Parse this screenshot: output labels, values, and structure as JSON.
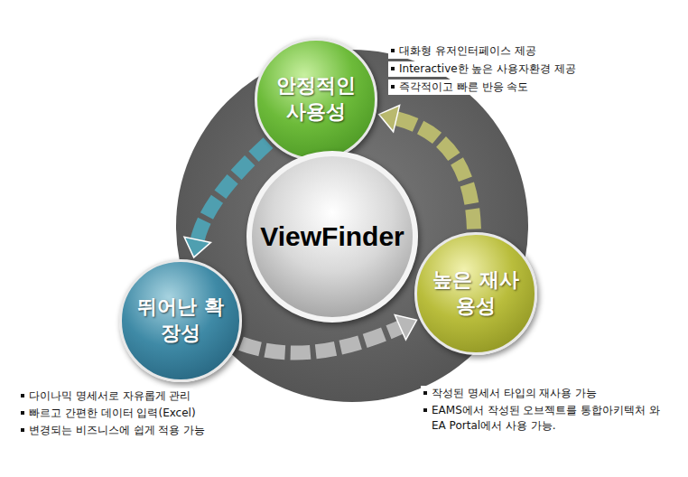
{
  "diagram": {
    "nodes": [
      {
        "text": [
          "안정적인 사용성"
        ]
      },
      {
        "text": [
          "ViewFinder"
        ]
      },
      {
        "text": [
          "뛰어난 확장성"
        ]
      },
      {
        "text": [
          "높은 재사용성"
        ]
      }
    ],
    "edges": [
      {
        "from": 0,
        "to": 2,
        "arrow": "to"
      },
      {
        "from": 2,
        "to": 3,
        "arrow": "to"
      },
      {
        "from": 3,
        "to": 0,
        "arrow": "to"
      }
    ],
    "labels": [
      "대화형 유저인터페이스 제공",
      "Interactive한 높은 사용자환경 제공",
      "즉각적이고 빠른 반응 속도",
      "다이나믹 명세서로 자유롭게 관리",
      "빠르고 간편한 데이터 입력(Excel)",
      "변경되는 비즈니스에 쉽게 적용 가능",
      "작성된 명세서 타입의 재사용 가능",
      "EAMS에서 작성된 오브젝트를 통합아키텍처 와 EA Portal에서 사용 가능."
    ]
  }
}
